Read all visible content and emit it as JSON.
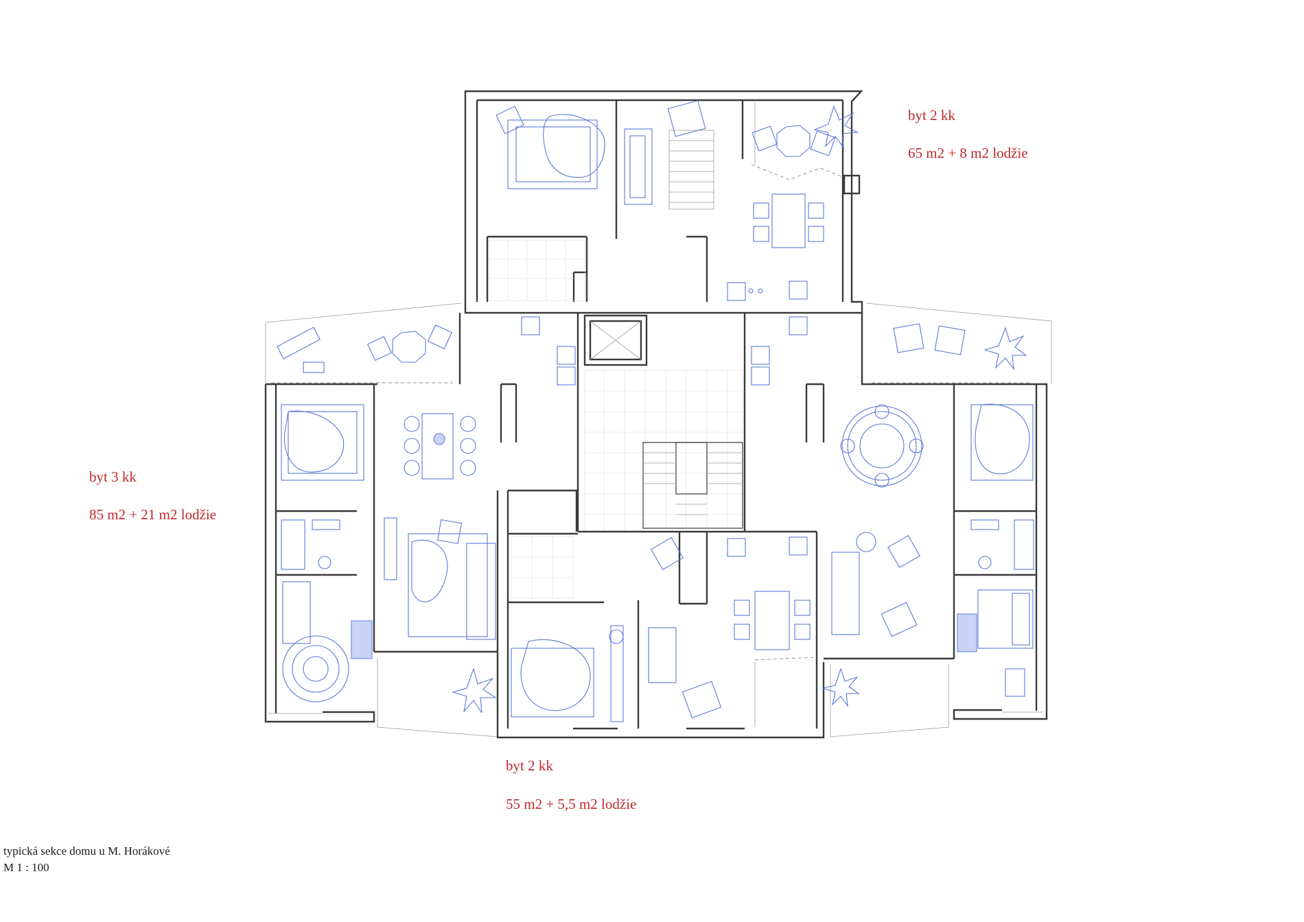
{
  "labels": {
    "apt_north": {
      "title": "byt 2 kk",
      "area": "65 m2 + 8 m2 lodžie"
    },
    "apt_west": {
      "title": "byt 3 kk",
      "area": "85 m2 + 21 m2 lodžie"
    },
    "apt_south": {
      "title": "byt 2 kk",
      "area": "55 m2 + 5,5 m2 lodžie"
    }
  },
  "caption": {
    "line1": "typická sekce domu u M. Horákové",
    "line2": "M 1 : 100"
  },
  "colors": {
    "label": "#c0272d",
    "walls": "#3a3a3a",
    "furniture": "#5a78d8",
    "caption": "#1a1a1a"
  }
}
